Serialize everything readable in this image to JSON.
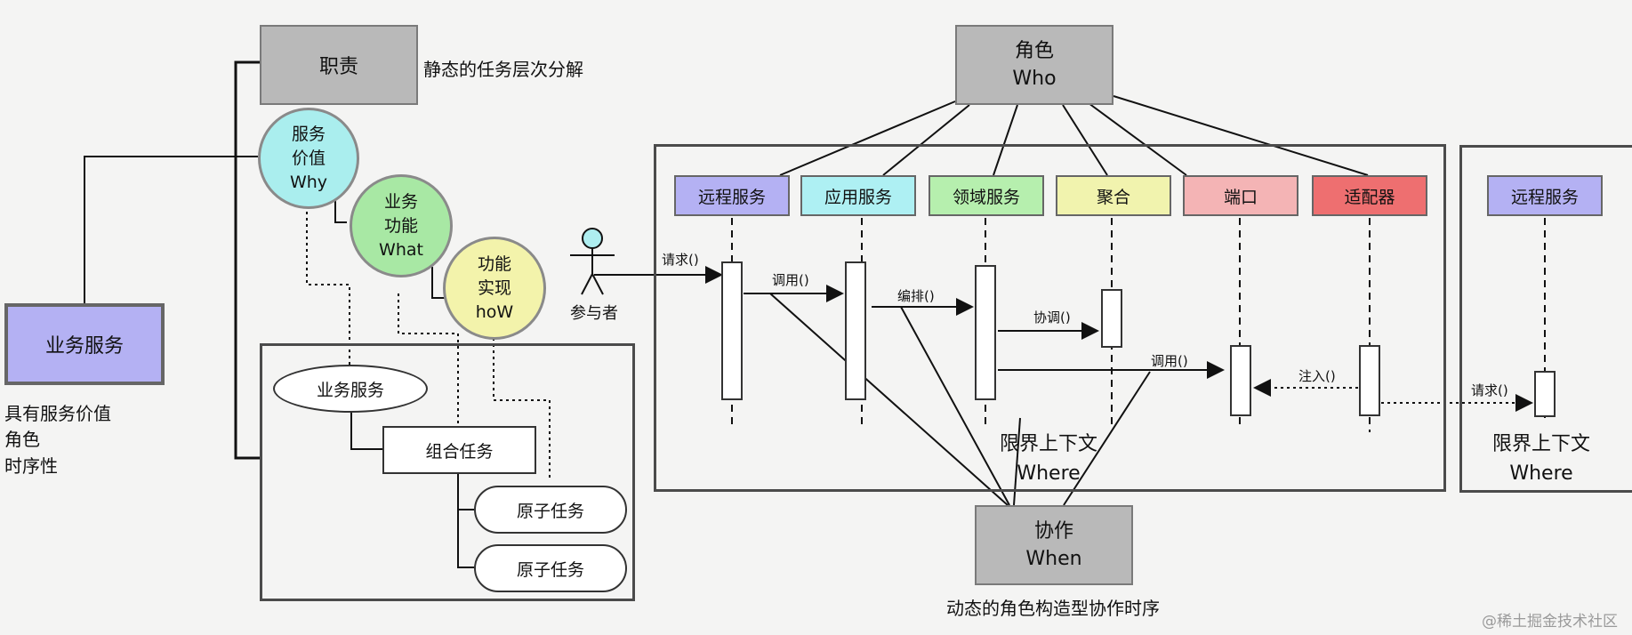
{
  "duty": {
    "label": "职责",
    "note": "静态的任务层次分解"
  },
  "biz_service": {
    "label": "业务服务",
    "traits": [
      "具有服务价值",
      "角色",
      "时序性"
    ]
  },
  "circles": {
    "why": [
      "服务",
      "价值",
      "Why"
    ],
    "what": [
      "业务",
      "功能",
      "What"
    ],
    "how": [
      "功能",
      "实现",
      "hoW"
    ]
  },
  "task_tree": {
    "root": "业务服务",
    "composite": "组合任务",
    "atomic": [
      "原子任务",
      "原子任务"
    ]
  },
  "role": {
    "line1": "角色",
    "line2": "Who"
  },
  "collab": {
    "line1": "协作",
    "line2": "When",
    "caption": "动态的角色构造型协作时序"
  },
  "actor": "参与者",
  "participants": [
    "远程服务",
    "应用服务",
    "领域服务",
    "聚合",
    "端口",
    "适配器"
  ],
  "remote_participant": "远程服务",
  "messages": {
    "request": "请求()",
    "invoke": "调用()",
    "orchestrate": "编排()",
    "coordinate": "协调()",
    "invoke_port": "调用()",
    "inject": "注入()",
    "request_remote": "请求()"
  },
  "context_main": {
    "line1": "限界上下文",
    "line2": "Where"
  },
  "context_remote": {
    "line1": "限界上下文",
    "line2": "Where"
  },
  "watermark": "@稀土掘金技术社区",
  "colors": {
    "remote": "#b4b1f3",
    "application": "#aef0f3",
    "domain": "#b6efae",
    "aggregate": "#f1f3ae",
    "port": "#f4b4b5",
    "adapter": "#ee6f70",
    "circle_why": "#aaeeee",
    "circle_what": "#a8e8a4",
    "circle_how": "#f3f3ab"
  }
}
